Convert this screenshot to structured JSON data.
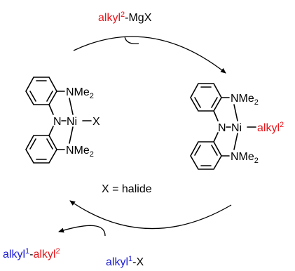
{
  "reagent_top": {
    "alkyl": "alkyl",
    "sup": "2",
    "rest": "-MgX"
  },
  "left_complex": {
    "nme2_top": {
      "main": "NMe",
      "sub": "2"
    },
    "n": "N",
    "ni": "Ni",
    "ligand": "X",
    "nme2_bottom": {
      "main": "NMe",
      "sub": "2"
    }
  },
  "right_complex": {
    "nme2_top": {
      "main": "NMe",
      "sub": "2"
    },
    "n": "N",
    "ni": "Ni",
    "ligand": {
      "alkyl": "alkyl",
      "sup": "2"
    },
    "nme2_bottom": {
      "main": "NMe",
      "sub": "2"
    }
  },
  "halide_note": "X = halide",
  "product": {
    "a1": "alkyl",
    "s1": "1",
    "dash": "-",
    "a2": "alkyl",
    "s2": "2"
  },
  "reagent_bottom": {
    "alkyl": "alkyl",
    "sup": "1",
    "rest": "-X"
  },
  "colors": {
    "alkyl1": "#1a1ad6",
    "alkyl2": "#e8161b",
    "bonds": "#000000"
  }
}
